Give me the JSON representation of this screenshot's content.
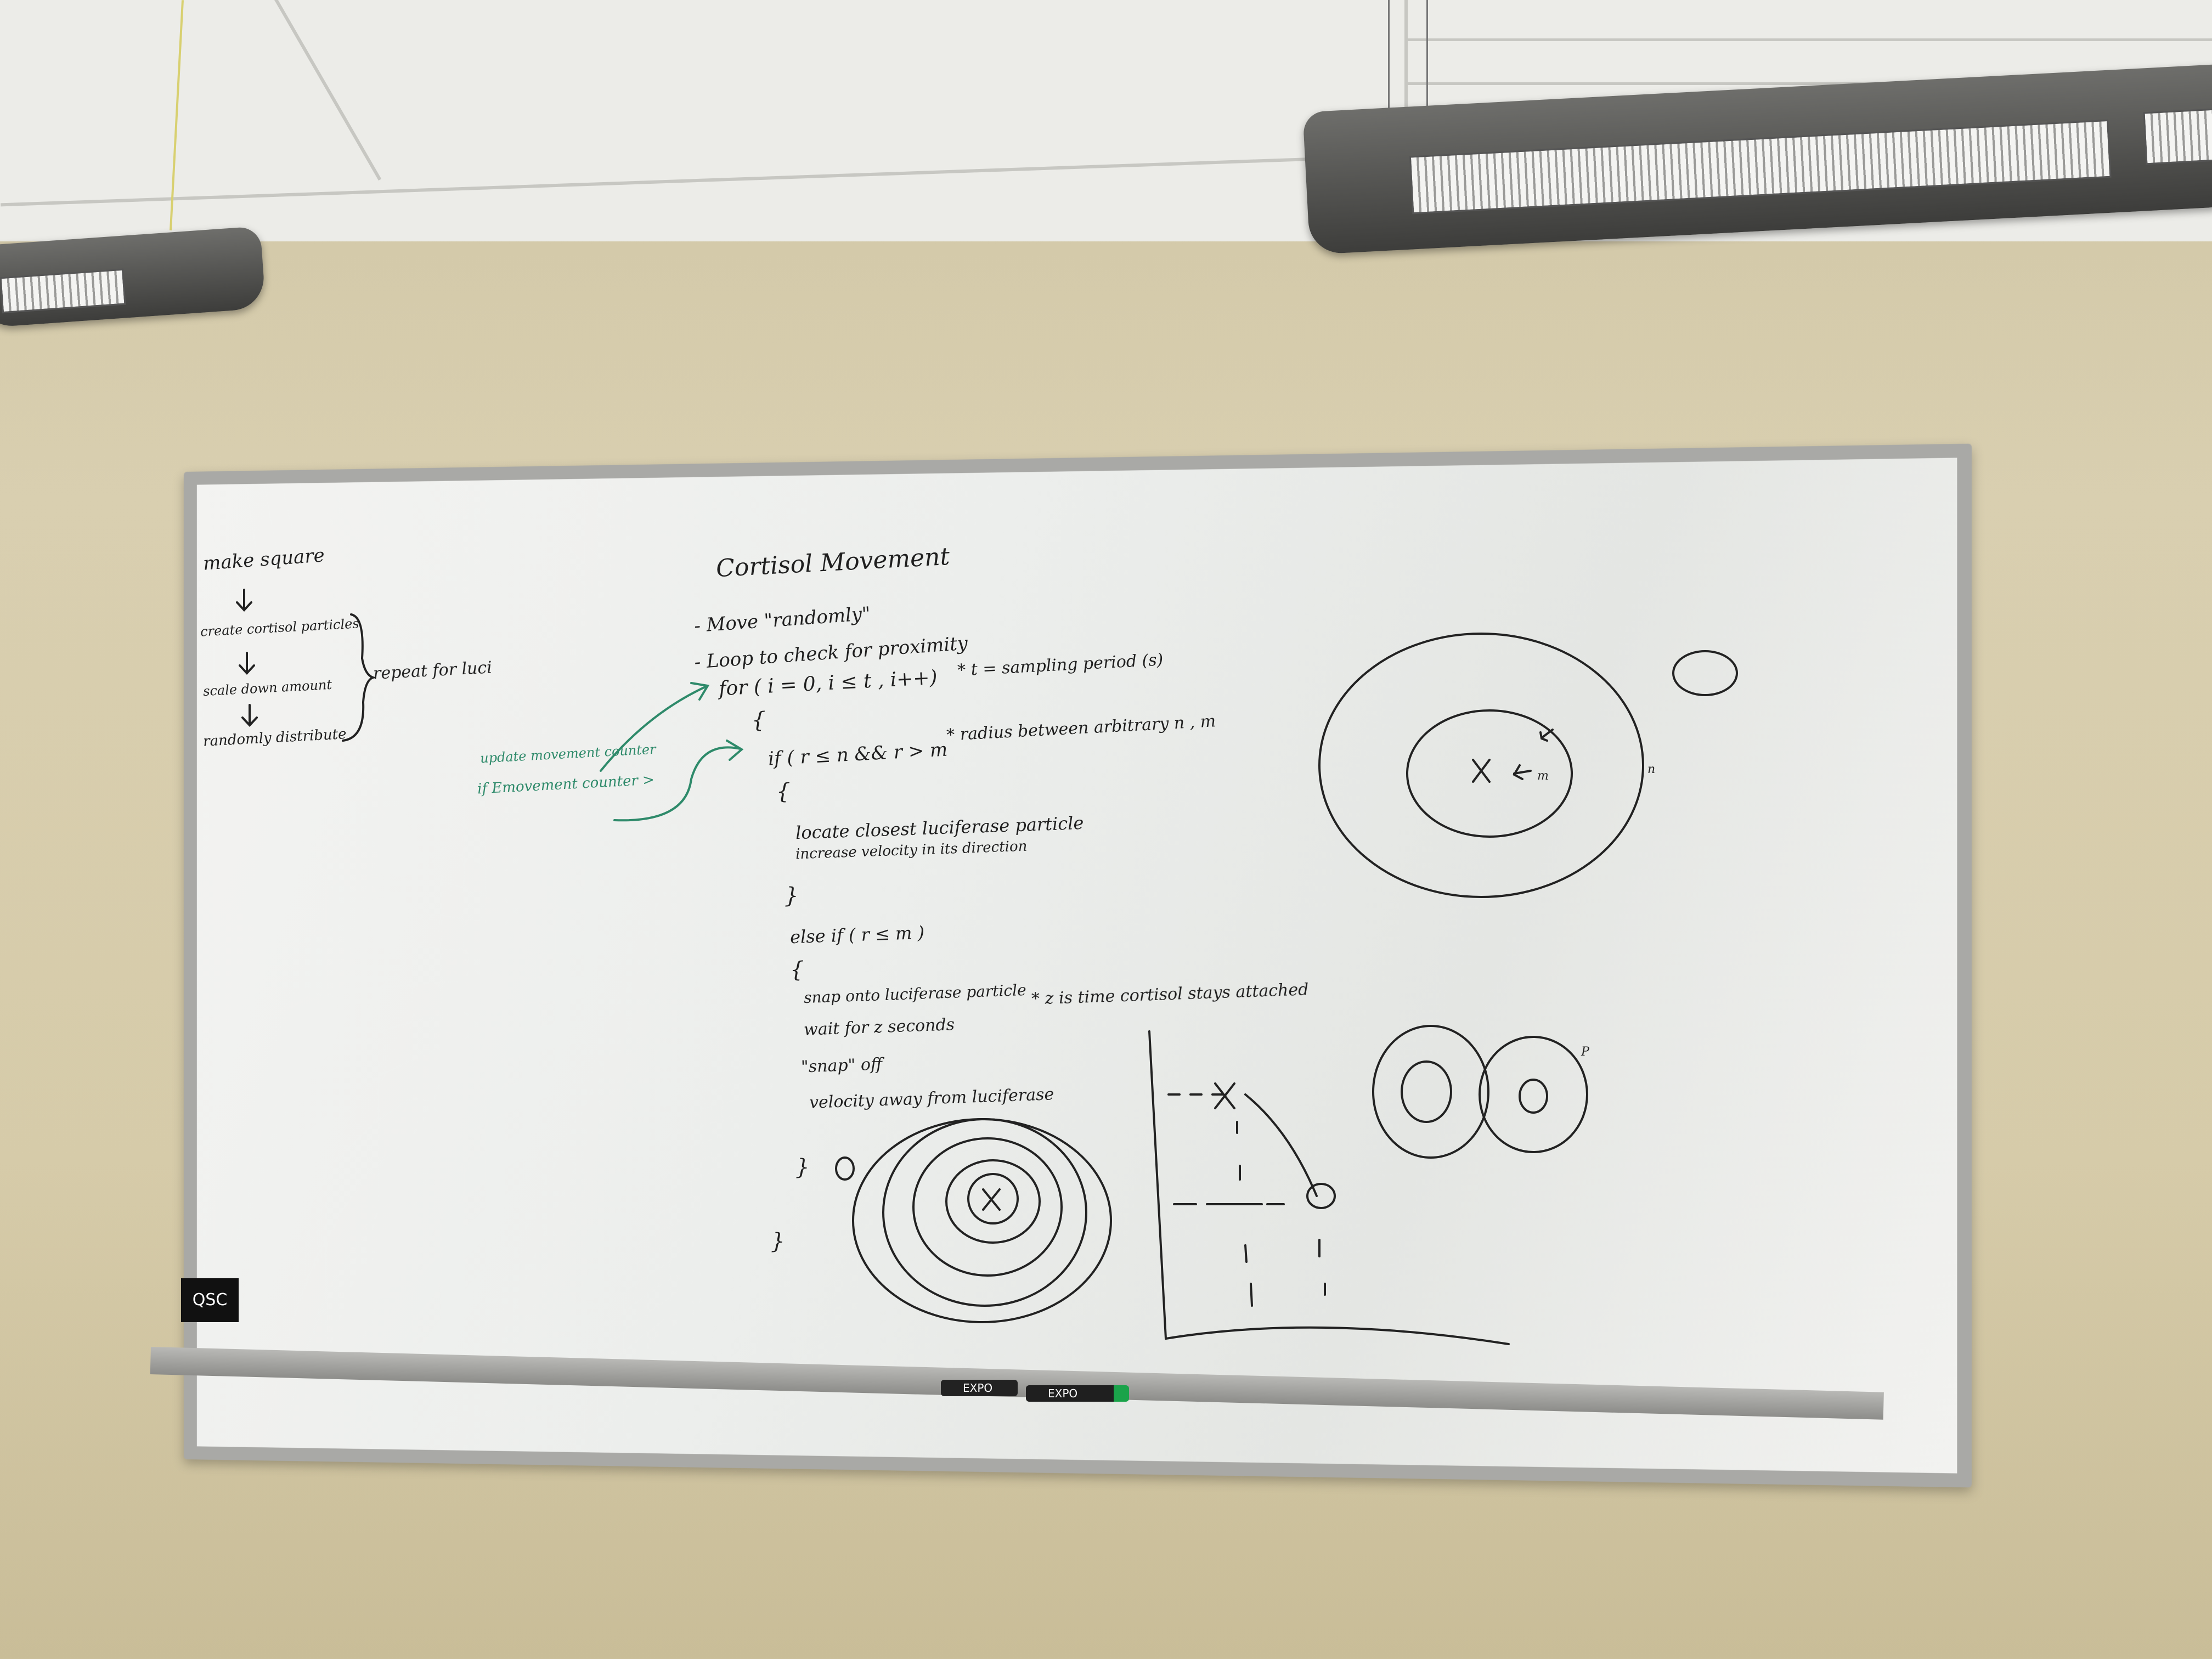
{
  "whiteboard": {
    "flow": {
      "title": "make square",
      "step1": "create cortisol particles",
      "step2": "scale down amount",
      "step3": "randomly distribute",
      "bracket_note": "repeat for luci"
    },
    "green_notes": {
      "line1": "update movement counter",
      "line2": "if Emovement counter >"
    },
    "pseudocode": {
      "heading": "Cortisol Movement",
      "l1": "- Move \"randomly\"",
      "l2": "- Loop to check for proximity",
      "l3": "for ( i = 0, i ≤ t , i++)",
      "l3_note": "* t = sampling period (s)",
      "l4": "{",
      "l5": "if ( r ≤ n && r > m",
      "l5_note": "* radius between arbitrary n , m",
      "l6": "{",
      "l7": "locate closest luciferase particle",
      "l8": "increase velocity in its direction",
      "l9": "}",
      "l10": "else if ( r ≤ m )",
      "l11": "{",
      "l12": "snap onto luciferase particle",
      "l12_note": "* z is time cortisol stays attached",
      "l13": "wait for z seconds",
      "l14": "\"snap\" off",
      "l15": "velocity away from luciferase",
      "l16": "}",
      "l17": "}"
    },
    "diagram_labels": {
      "circle_n": "n",
      "circle_m": "m",
      "circle_x": "X",
      "pair_p": "P",
      "target_x": "X"
    },
    "logo_text": "QSC",
    "marker1_label": "EXPO",
    "marker2_label": "EXPO"
  }
}
